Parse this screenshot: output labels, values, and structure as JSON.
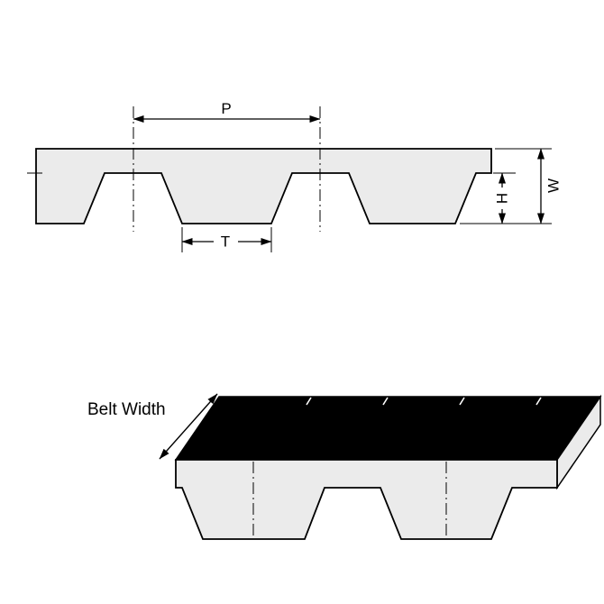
{
  "diagram": {
    "cross_section": {
      "pitch_label": "P",
      "tooth_width_label": "T",
      "tooth_height_label": "H",
      "width_label": "W"
    },
    "isometric": {
      "belt_width_label": "Belt Width"
    },
    "colors": {
      "background": "#ffffff",
      "belt_fill": "#ebebeb",
      "outline": "#000000",
      "top_surface": "#000000",
      "back_edge_tick": "#ffffff"
    }
  }
}
